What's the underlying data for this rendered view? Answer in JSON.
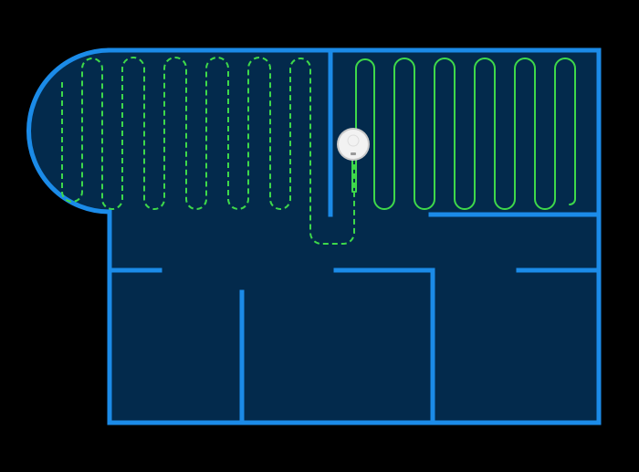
{
  "map": {
    "colors": {
      "background": "#000000",
      "floor": "#032a4c",
      "wall": "#1b8be8",
      "cleaned_path": "#3ed84a",
      "planned_path": "#3ed84a",
      "robot_body": "#f2f2f2",
      "robot_rim": "#c9c9c9",
      "robot_sensor": "#9a9a9a"
    },
    "icons": {
      "robot": "robot-vacuum-icon"
    },
    "rooms": [
      {
        "id": "rounded-room"
      },
      {
        "id": "upper-right-room"
      },
      {
        "id": "hallway"
      },
      {
        "id": "lower-left-room-a"
      },
      {
        "id": "lower-left-room-b"
      },
      {
        "id": "lower-middle-room"
      },
      {
        "id": "lower-right-room"
      }
    ]
  }
}
